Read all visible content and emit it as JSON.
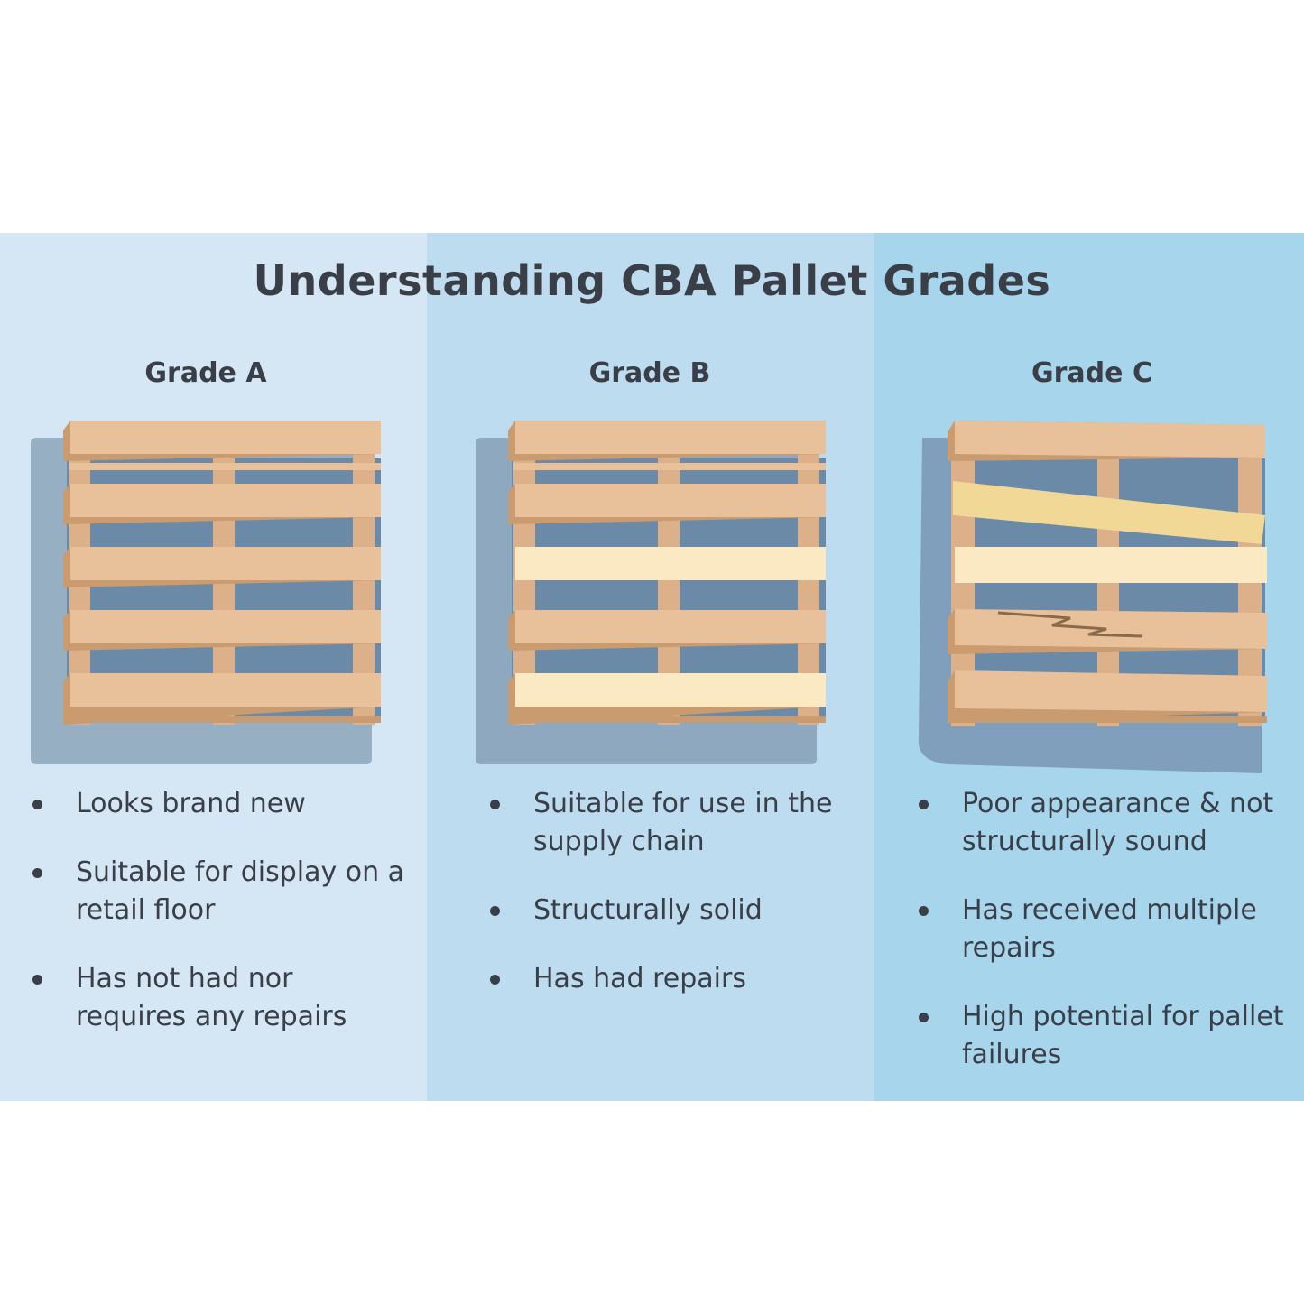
{
  "title": "Understanding CBA Pallet Grades",
  "colors": {
    "col_a_bg": "#d5e7f4",
    "col_b_bg": "#bddcef",
    "col_c_bg": "#a7d5ec",
    "board": "#e8c09a",
    "board_edge": "#c99b6f",
    "new_board": "#fae9c3",
    "repair_board": "#f1d896",
    "gap": "#6b8aa8",
    "shadow_a": "#97afc3",
    "shadow_b": "#8ea9bf",
    "shadow_c": "#7f9fbd",
    "text": "#3a3e47"
  },
  "grades": [
    {
      "label": "Grade A",
      "bullets": [
        "Looks brand new",
        "Suitable for display on a retail floor",
        "Has not had nor requires any repairs"
      ]
    },
    {
      "label": "Grade B",
      "bullets": [
        "Suitable for use in the supply chain",
        "Structurally solid",
        "Has had repairs"
      ]
    },
    {
      "label": "Grade C",
      "bullets": [
        "Poor appearance & not structurally sound",
        "Has received multiple repairs",
        "High potential for pallet failures"
      ]
    }
  ]
}
